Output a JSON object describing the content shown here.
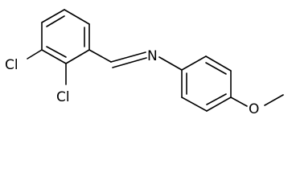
{
  "molecule": {
    "atoms": {
      "cl_upper": "Cl",
      "cl_lower": "Cl",
      "imine_n": "N",
      "methoxy_o": "O"
    },
    "colors": {
      "bond": "#000000",
      "label": "#000000",
      "background": "#ffffff"
    }
  }
}
